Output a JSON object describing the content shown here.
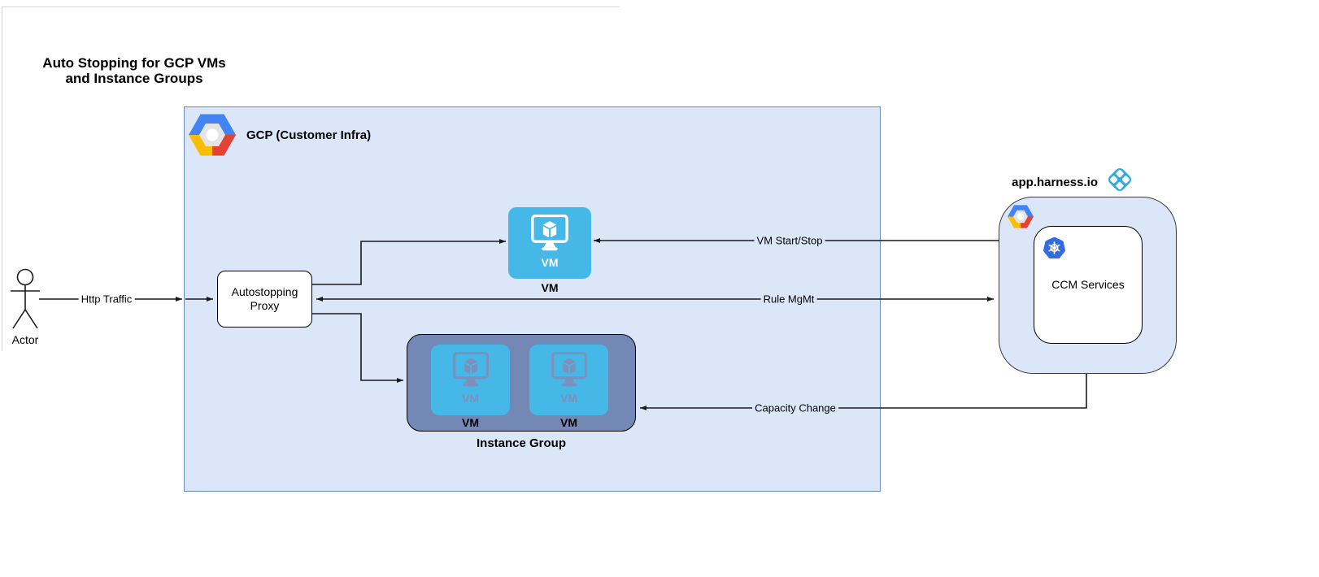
{
  "title": "Auto Stopping for GCP VMs and Instance Groups",
  "actor": {
    "label": "Actor"
  },
  "edges": {
    "http_traffic": "Http Traffic",
    "vm_start_stop": "VM Start/Stop",
    "rule_mgmt": "Rule MgMt",
    "capacity_change": "Capacity Change"
  },
  "gcp_container": {
    "label": "GCP (Customer Infra)"
  },
  "proxy": {
    "label": "Autostopping Proxy"
  },
  "vm": {
    "icon_label": "VM",
    "label": "VM"
  },
  "instance_group": {
    "label": "Instance Group",
    "vms": [
      {
        "icon_label": "VM",
        "label": "VM"
      },
      {
        "icon_label": "VM",
        "label": "VM"
      }
    ]
  },
  "harness": {
    "label": "app.harness.io",
    "ccm": {
      "label": "CCM Services"
    }
  },
  "colors": {
    "gcp_fill": "#dbe7f9",
    "gcp_stroke": "#6c8ebf",
    "vm_blue": "#45b8e8",
    "ig_fill": "#7388b5",
    "muted_glyph": "#7d90bb",
    "harness_blue": "#2fa9e2",
    "k8s_blue": "#326ce5",
    "gcp_logo_blue": "#4284f3",
    "gcp_logo_red": "#e34335",
    "gcp_logo_yellow": "#fbbc05",
    "line": "#1a1a1a"
  }
}
